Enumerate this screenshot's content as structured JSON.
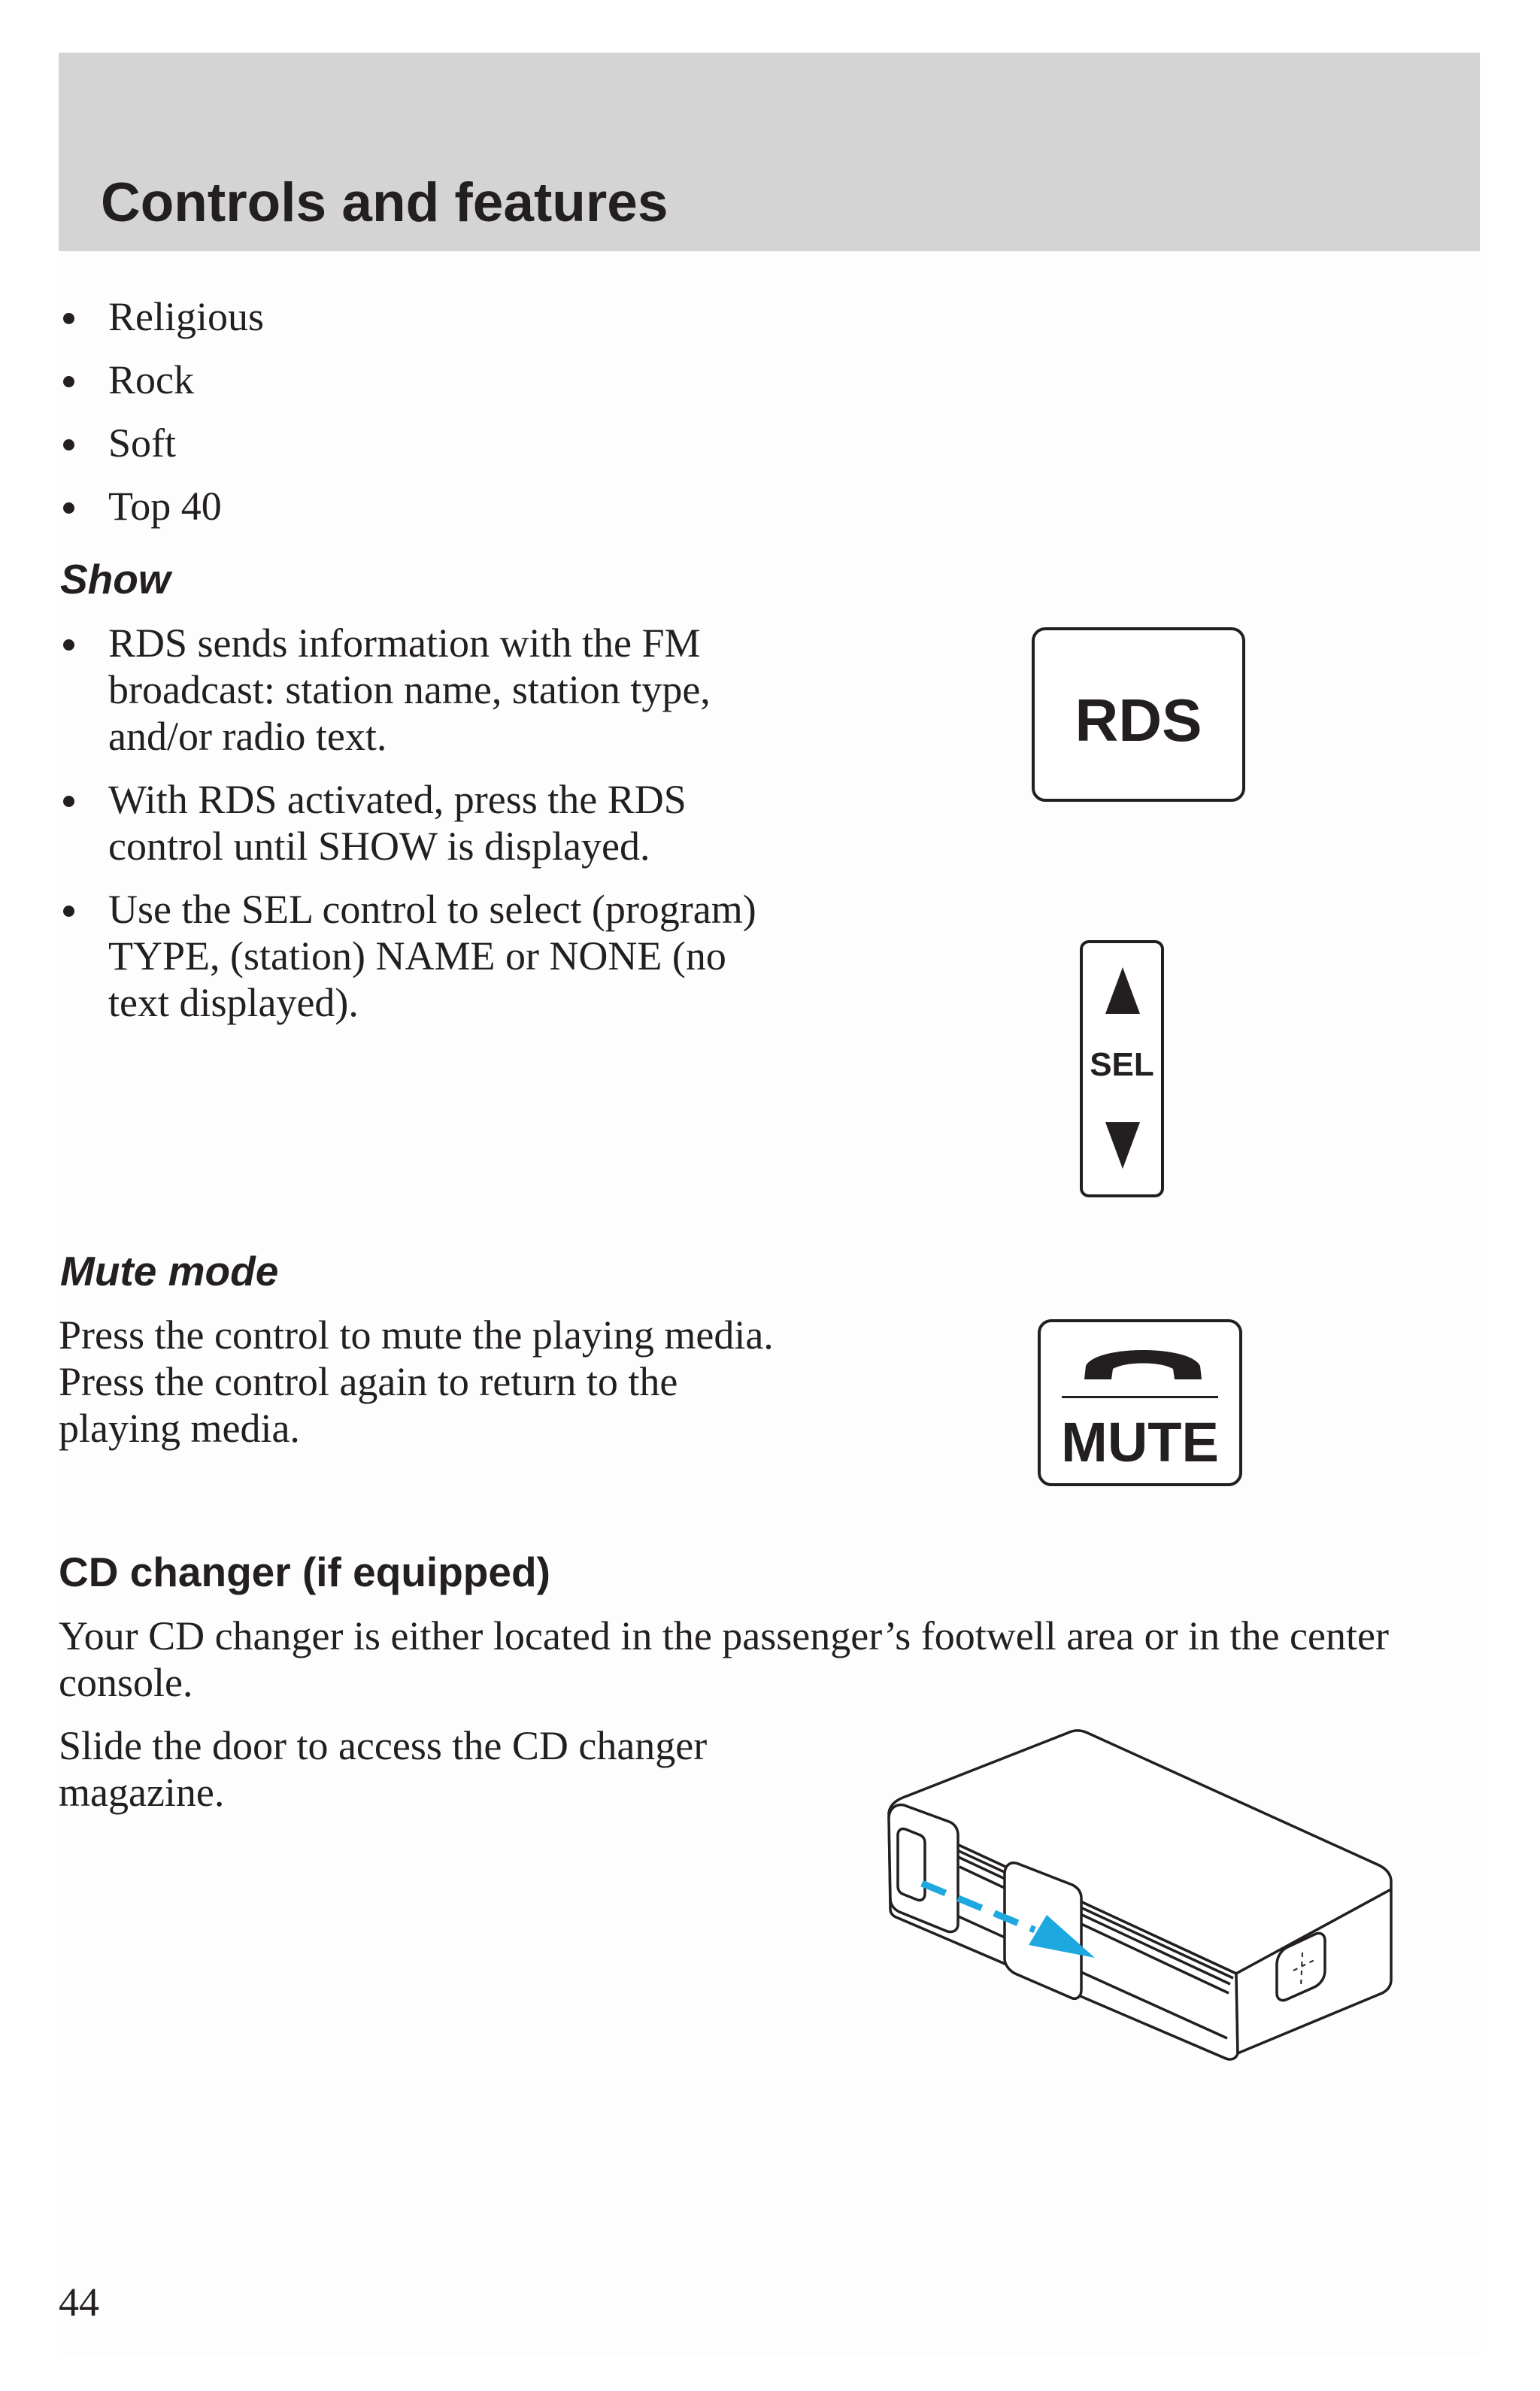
{
  "header": {
    "title": "Controls and features"
  },
  "genres": [
    "Religious",
    "Rock",
    "Soft",
    "Top 40"
  ],
  "show": {
    "heading": "Show",
    "bullets": [
      "RDS sends information with the FM broadcast: station name, station type, and/or radio text.",
      "With RDS activated, press the RDS control until SHOW is displayed.",
      "Use the SEL control to select (program) TYPE, (station) NAME or NONE (no text displayed)."
    ]
  },
  "mute": {
    "heading": "Mute mode",
    "text": "Press the control to mute the playing media. Press the control again to return to the playing media."
  },
  "cd": {
    "heading": "CD changer (if equipped)",
    "p1": "Your CD changer is either located in the passenger’s footwell area or in the center console.",
    "p2": "Slide the door to access the CD changer magazine."
  },
  "controls": {
    "rds_label": "RDS",
    "sel_label": "SEL",
    "mute_label": "MUTE"
  },
  "colors": {
    "header_bg": "#d4d4d4",
    "arrow": "#1ea8e0",
    "text": "#231f20"
  },
  "page_number": "44"
}
